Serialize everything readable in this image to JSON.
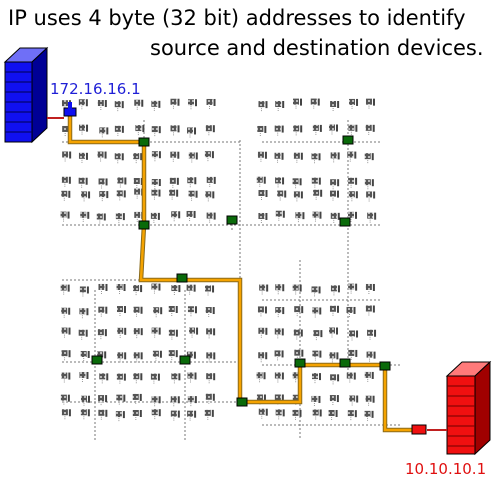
{
  "title": {
    "line1": "IP uses 4 byte (32 bit) addresses to identify",
    "line2": "source and destination devices."
  },
  "source": {
    "ip": "172.16.16.1",
    "color": "#1f1fd6",
    "icon": "server-tower-icon"
  },
  "destination": {
    "ip": "10.10.10.1",
    "color": "#e01010",
    "icon": "server-tower-icon"
  },
  "path_color": "#f5a300",
  "switch_color": "#0a6a0a"
}
